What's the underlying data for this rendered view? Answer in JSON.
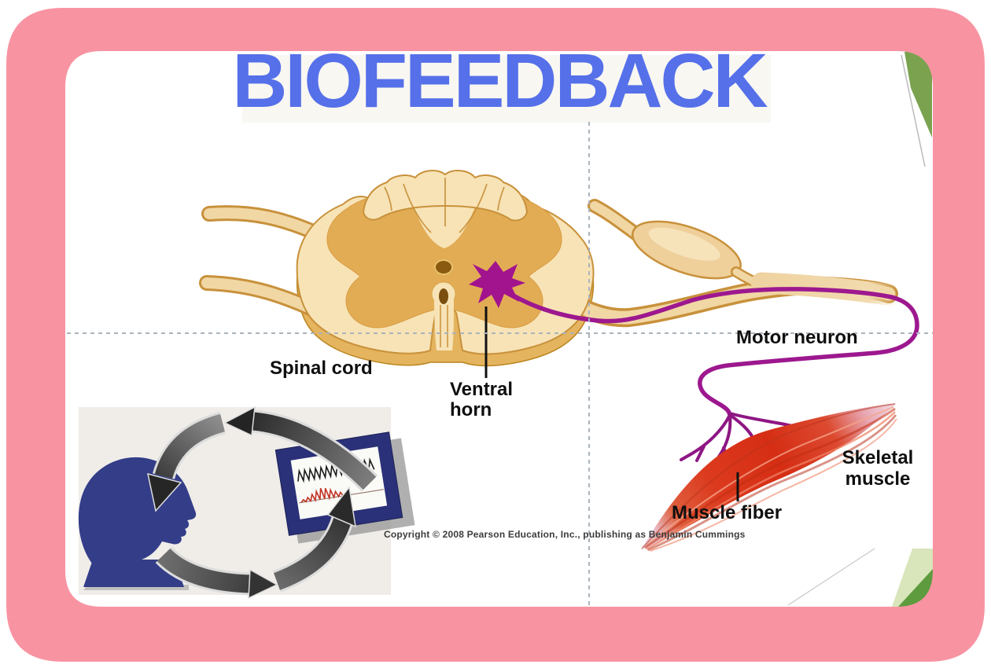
{
  "slide": {
    "title": "BIOFEEDBACK",
    "copyright": "Copyright © 2008 Pearson Education, Inc., publishing as Benjamin Cummings",
    "labels": {
      "spinal_cord": "Spinal cord",
      "ventral_horn_line1": "Ventral",
      "ventral_horn_line2": "horn",
      "motor_neuron": "Motor neuron",
      "skeletal_muscle_line1": "Skeletal",
      "skeletal_muscle_line2": "muscle",
      "muscle_fiber": "Muscle fiber"
    },
    "colors": {
      "frame_pink": "#F894A2",
      "title_blue": "#5570E9",
      "neuron_magenta": "#A2138E",
      "muscle_red": "#D73418",
      "cord_cream": "#F7E3B6",
      "cord_gray_matter": "#E2AB54",
      "corner_green_dark": "#5E9B3F",
      "corner_green_light": "#D9E5BA",
      "head_navy": "#333D88",
      "guide_gray": "#A9B3BD"
    }
  }
}
